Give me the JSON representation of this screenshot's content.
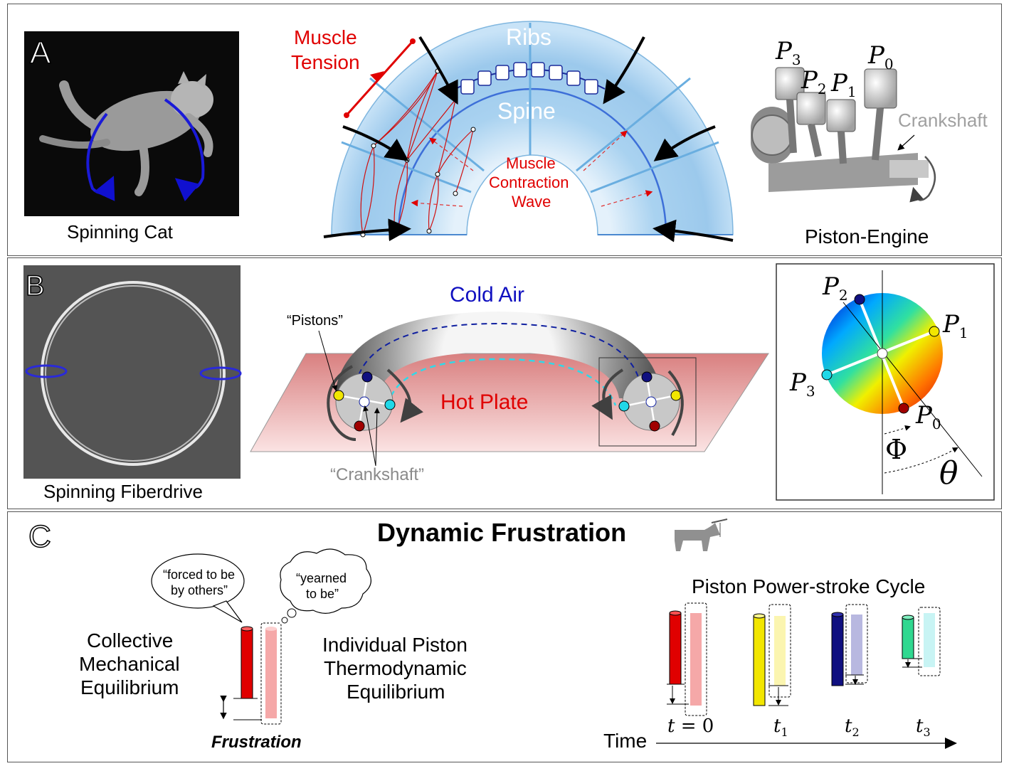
{
  "panel_a": {
    "letter": "A",
    "cat_caption": "Spinning Cat",
    "muscle_tension": [
      "Muscle",
      "Tension"
    ],
    "ribs": "Ribs",
    "spine": "Spine",
    "muscle_wave": [
      "Muscle",
      "Contraction",
      "Wave"
    ],
    "crankshaft": "Crankshaft",
    "engine_caption": "Piston-Engine",
    "pistons": [
      "P3",
      "P2",
      "P1",
      "P0"
    ]
  },
  "panel_b": {
    "letter": "B",
    "fiber_caption": "Spinning Fiberdrive",
    "cold_air": "Cold Air",
    "hot_plate": "Hot Plate",
    "pistons_label": "“Pistons”",
    "crankshaft_label": "“Crankshaft”",
    "wheel_labels": [
      "P2",
      "P1",
      "P3",
      "P0"
    ],
    "phi": "Φ",
    "theta": "θ"
  },
  "panel_c": {
    "letter": "C",
    "title": "Dynamic Frustration",
    "bubble_forced": [
      "“forced to be",
      "by others”"
    ],
    "bubble_yearned": [
      "“yearned",
      "to be”"
    ],
    "collective": [
      "Collective",
      "Mechanical",
      "Equilibrium"
    ],
    "individual": [
      "Individual Piston",
      "Thermodynamic",
      "Equilibrium"
    ],
    "frustration": "Frustration",
    "cycle_title": "Piston Power-stroke Cycle",
    "time_labels": [
      "t = 0",
      "t1",
      "t2",
      "t3"
    ],
    "time_axis": "Time"
  },
  "colors": {
    "red": "#e00000",
    "blue_text": "#1010c0",
    "gray_text": "#909090",
    "piston_red": "#e00000",
    "piston_yellow": "#f2e600",
    "piston_navy": "#101080",
    "piston_green": "#30d890"
  }
}
